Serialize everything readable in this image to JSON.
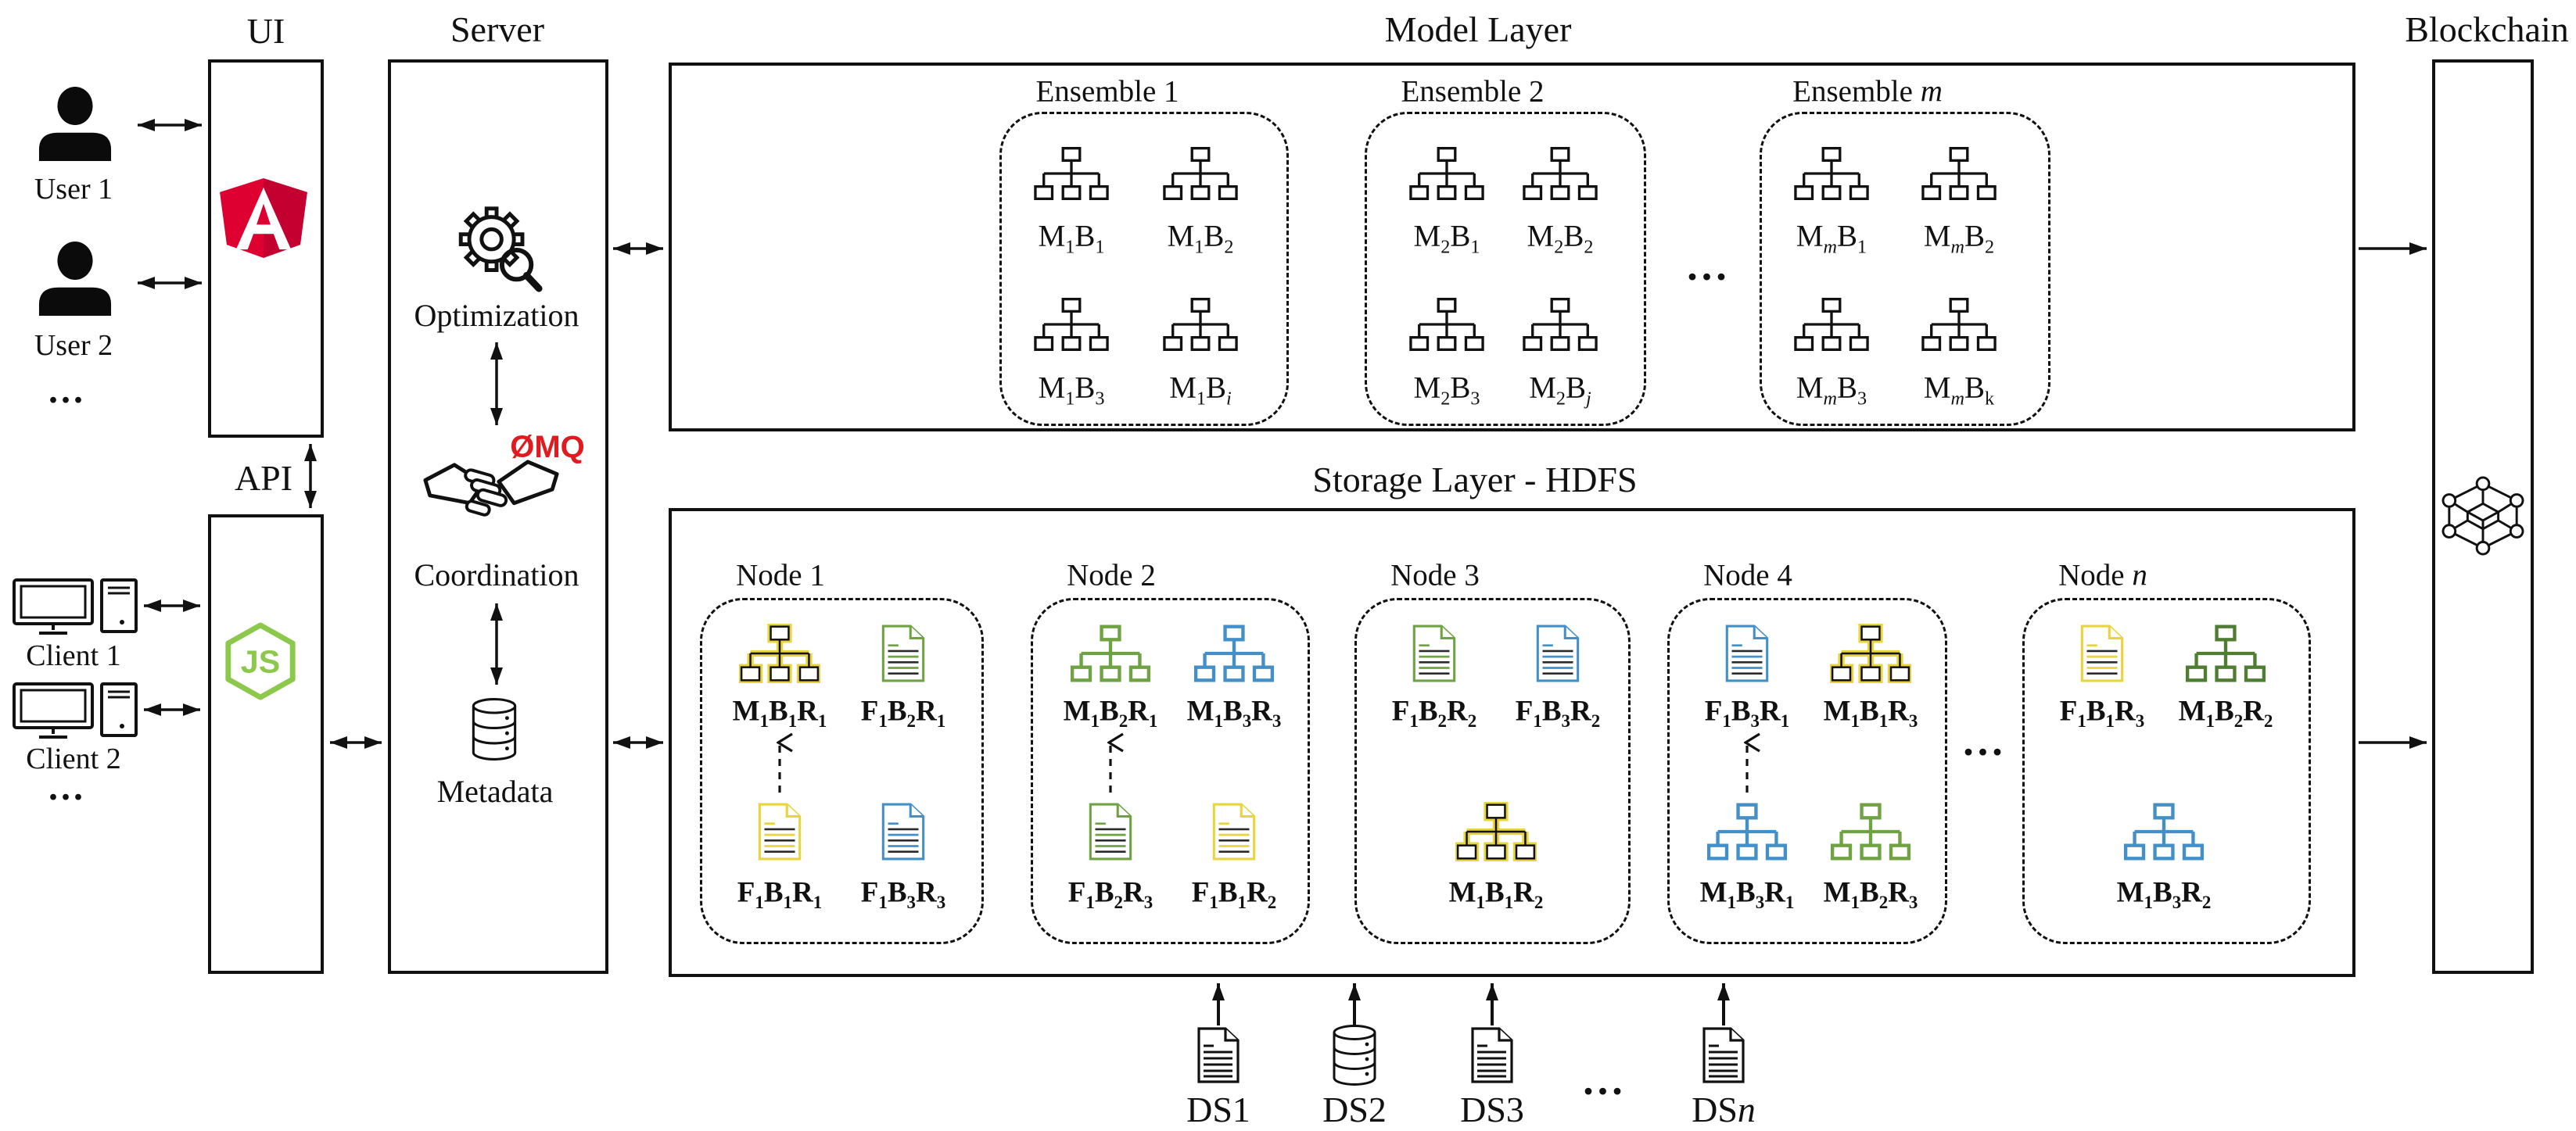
{
  "palette": {
    "yellow": "#E8D43C",
    "green": "#6FA243",
    "green_dark": "#4F7E33",
    "blue": "#4390C9",
    "ink": "#111111",
    "angular_red": "#DD0031",
    "angular_red_dark": "#C3002F",
    "nodejs_green": "#8CC84B",
    "zmq_red": "#E01A1F"
  },
  "titles": {
    "ui": "UI",
    "api": "API",
    "server": "Server",
    "model_layer": "Model Layer",
    "storage_layer": "Storage Layer - HDFS",
    "blockchain": "Blockchain"
  },
  "users": {
    "items": [
      "User 1",
      "User 2"
    ],
    "ellipsis": "..."
  },
  "clients": {
    "items": [
      "Client 1",
      "Client 2"
    ],
    "ellipsis": "..."
  },
  "server_components": [
    {
      "label": "Optimization",
      "icon": "gear-search-icon"
    },
    {
      "label": "Coordination",
      "icon": "handshake-icon",
      "badge": "ØMQ"
    },
    {
      "label": "Metadata",
      "icon": "database-icon"
    }
  ],
  "model_layer": {
    "ellipsis": "...",
    "ensembles": [
      {
        "title": {
          "text": "Ensemble ",
          "var": "1"
        },
        "items": [
          "M_1B_1",
          "M_1B_2",
          "M_1B_3",
          "M_1B_i"
        ]
      },
      {
        "title": {
          "text": "Ensemble ",
          "var": "2"
        },
        "items": [
          "M_2B_1",
          "M_2B_2",
          "M_2B_3",
          "M_2B_j"
        ]
      },
      {
        "title": {
          "text": "Ensemble ",
          "var": "m"
        },
        "items": [
          "M_mB_1",
          "M_mB_2",
          "M_mB_3",
          "M_mB_k"
        ]
      }
    ]
  },
  "storage_layer": {
    "ellipsis": "...",
    "nodes": [
      {
        "title": {
          "text": "Node ",
          "var": "1"
        },
        "arrow": [
          "bl",
          "tl"
        ],
        "items": [
          {
            "pos": "tl",
            "icon": "tree",
            "color": "yellow",
            "label": "M_1B_1R_1"
          },
          {
            "pos": "tr",
            "icon": "file",
            "color": "green",
            "label": "F_1B_2R_1"
          },
          {
            "pos": "bl",
            "icon": "file",
            "color": "yellow",
            "label": "F_1B_1R_1"
          },
          {
            "pos": "br",
            "icon": "file",
            "color": "blue",
            "label": "F_1B_3R_3"
          }
        ]
      },
      {
        "title": {
          "text": "Node ",
          "var": "2"
        },
        "arrow": [
          "bl",
          "tl"
        ],
        "items": [
          {
            "pos": "tl",
            "icon": "tree",
            "color": "green",
            "label": "M_1B_2R_1"
          },
          {
            "pos": "tr",
            "icon": "tree",
            "color": "blue",
            "label": "M_1B_3R_3"
          },
          {
            "pos": "bl",
            "icon": "file",
            "color": "green",
            "label": "F_1B_2R_3"
          },
          {
            "pos": "br",
            "icon": "file",
            "color": "yellow",
            "label": "F_1B_1R_2"
          }
        ]
      },
      {
        "title": {
          "text": "Node ",
          "var": "3"
        },
        "items": [
          {
            "pos": "tl",
            "icon": "file",
            "color": "green",
            "label": "F_1B_2R_2"
          },
          {
            "pos": "tr",
            "icon": "file",
            "color": "blue",
            "label": "F_1B_3R_2"
          },
          {
            "pos": "bc",
            "icon": "tree",
            "color": "yellow",
            "label": "M_1B_1R_2"
          }
        ]
      },
      {
        "title": {
          "text": "Node ",
          "var": "4"
        },
        "arrow": [
          "bl",
          "tl"
        ],
        "items": [
          {
            "pos": "tl",
            "icon": "file",
            "color": "blue",
            "label": "F_1B_3R_1"
          },
          {
            "pos": "tr",
            "icon": "tree",
            "color": "yellow",
            "label": "M_1B_1R_3"
          },
          {
            "pos": "bl",
            "icon": "tree",
            "color": "blue",
            "label": "M_1B_3R_1"
          },
          {
            "pos": "br",
            "icon": "tree",
            "color": "green",
            "label": "M_1B_2R_3"
          }
        ]
      },
      {
        "title": {
          "text": "Node ",
          "var": "n"
        },
        "items": [
          {
            "pos": "tl",
            "icon": "file",
            "color": "yellow",
            "label": "F_1B_1R_3"
          },
          {
            "pos": "tr",
            "icon": "tree",
            "color": "green_dark",
            "label": "M_1B_2R_2"
          },
          {
            "pos": "bc",
            "icon": "tree",
            "color": "blue",
            "label": "M_1B_3R_2"
          }
        ]
      }
    ]
  },
  "blockchain": {
    "icon": "cube-network-icon"
  },
  "datasources": {
    "ellipsis": "...",
    "items": [
      {
        "label": {
          "text": "DS",
          "var": "1"
        },
        "icon": "file-icon"
      },
      {
        "label": {
          "text": "DS",
          "var": "2"
        },
        "icon": "database-icon"
      },
      {
        "label": {
          "text": "DS",
          "var": "3"
        },
        "icon": "file-icon"
      },
      {
        "label": {
          "text": "DS",
          "var": "n"
        },
        "icon": "file-icon"
      }
    ]
  }
}
